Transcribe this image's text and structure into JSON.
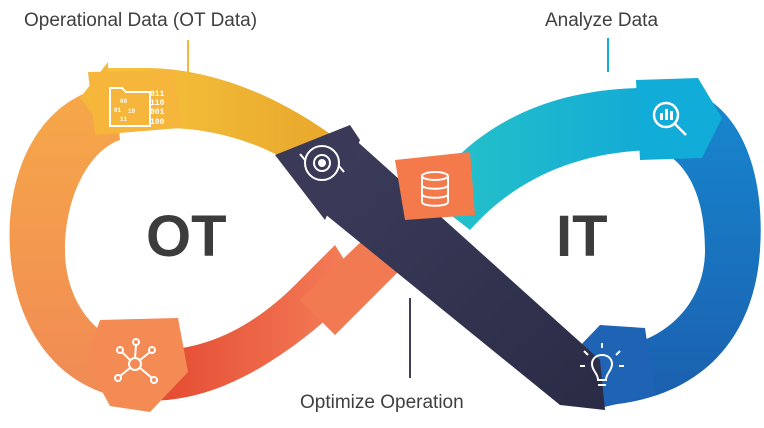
{
  "labels": {
    "ot_data": "Operational Data (OT Data)",
    "analyze": "Analyze Data",
    "optimize": "Optimize Operation",
    "ot": "OT",
    "it": "IT"
  },
  "binary_lines": [
    "011",
    "110",
    "001",
    "100"
  ],
  "binary_small": [
    "00",
    "01",
    "10",
    "11"
  ],
  "colors": {
    "ot_top": "#f7bd3b",
    "ot_left": "#f0873f",
    "ot_bottom": "#ec5c3f",
    "center_orange": "#f47a4c",
    "it_top": "#16b4cf",
    "it_right": "#1a74bd",
    "dark_arrow": "#3f3f5f",
    "text": "#3f3f3f"
  },
  "icons": [
    "binary-folder-icon",
    "gear-cycle-icon",
    "database-icon",
    "analytics-icon",
    "network-icon",
    "lightbulb-icon"
  ]
}
